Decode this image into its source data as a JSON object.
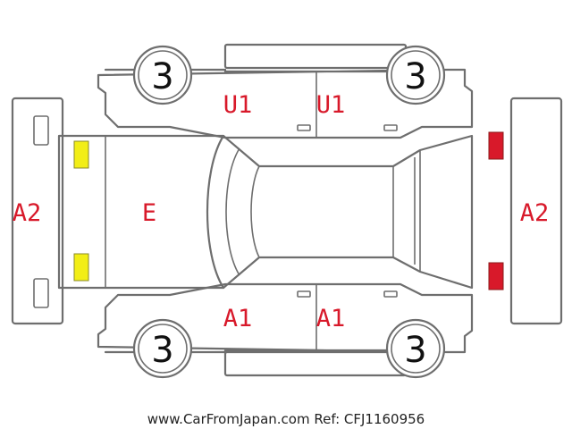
{
  "colors": {
    "outline": "#6e6e6e",
    "damage_code": "#d8192a",
    "marker_yellow": "#f2ee16",
    "marker_red": "#d8192a",
    "text": "#111111"
  },
  "wheels": {
    "front_left": "3",
    "rear_left": "3",
    "front_right": "3",
    "rear_right": "3"
  },
  "codes": {
    "rear_bumper": "A2",
    "front_bumper": "A2",
    "hood": "E",
    "top_door_1": "U1",
    "top_door_2": "U1",
    "bottom_door_1": "A1",
    "bottom_door_2": "A1"
  },
  "markers": {
    "left_lamps": "yellow",
    "right_lamps": "red"
  },
  "footer": {
    "text": "www.CarFromJapan.com Ref: CFJ1160956"
  }
}
